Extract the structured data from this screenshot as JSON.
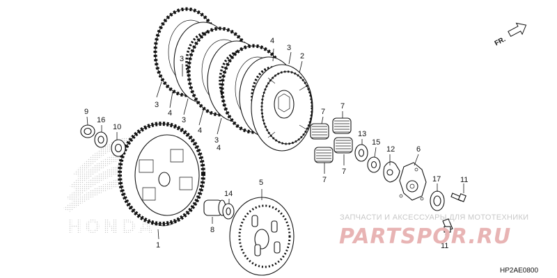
{
  "diagram_code": "HP2AE0800",
  "direction_label": "FR.",
  "watermark": {
    "caption": "ЗАПЧАСТИ И АКСЕССУАРЫ ДЛЯ МОТОТЕХНИКИ",
    "brand": "PARTSPOR.RU",
    "logo_word": "HONDA"
  },
  "colors": {
    "line": "#111111",
    "watermark_brand": "#e8b4b4",
    "watermark_text": "#c8c8c8",
    "logo": "#bdbdbd"
  },
  "callouts": [
    {
      "id": "c1",
      "text": "1"
    },
    {
      "id": "c2",
      "text": "2"
    },
    {
      "id": "c3a",
      "text": "3"
    },
    {
      "id": "c3b",
      "text": "3"
    },
    {
      "id": "c3c",
      "text": "3"
    },
    {
      "id": "c3d",
      "text": "3"
    },
    {
      "id": "c3e",
      "text": "3"
    },
    {
      "id": "c4a",
      "text": "4"
    },
    {
      "id": "c4b",
      "text": "4"
    },
    {
      "id": "c4c",
      "text": "4"
    },
    {
      "id": "c4d",
      "text": "4"
    },
    {
      "id": "c5",
      "text": "5"
    },
    {
      "id": "c6",
      "text": "6"
    },
    {
      "id": "c7a",
      "text": "7"
    },
    {
      "id": "c7b",
      "text": "7"
    },
    {
      "id": "c7c",
      "text": "7"
    },
    {
      "id": "c7d",
      "text": "7"
    },
    {
      "id": "c8",
      "text": "8"
    },
    {
      "id": "c9",
      "text": "9"
    },
    {
      "id": "c10",
      "text": "10"
    },
    {
      "id": "c11a",
      "text": "11"
    },
    {
      "id": "c11b",
      "text": "11"
    },
    {
      "id": "c12",
      "text": "12"
    },
    {
      "id": "c13",
      "text": "13"
    },
    {
      "id": "c14",
      "text": "14"
    },
    {
      "id": "c15",
      "text": "15"
    },
    {
      "id": "c16",
      "text": "16"
    },
    {
      "id": "c17",
      "text": "17"
    }
  ]
}
